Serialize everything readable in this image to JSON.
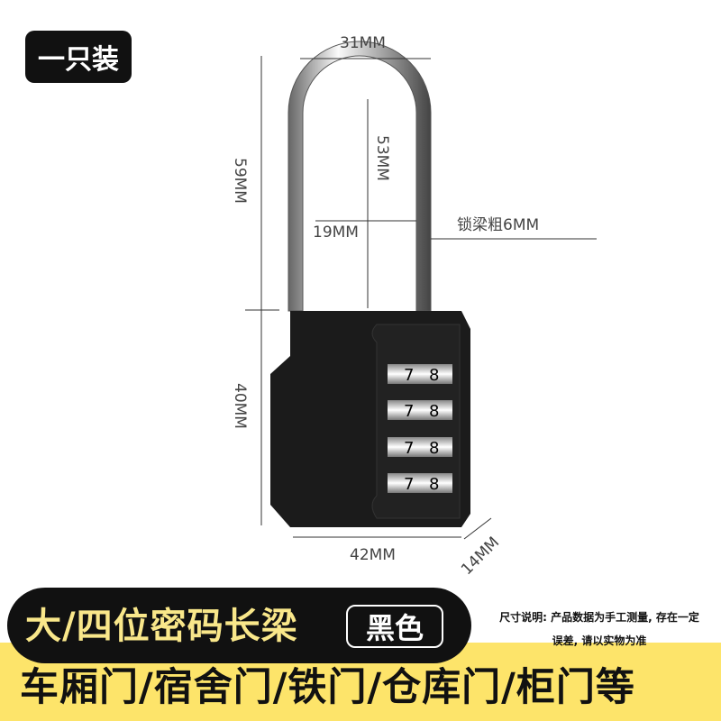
{
  "badge": "一只装",
  "dimensions": {
    "shackle_width": "31MM",
    "total_height": "59MM",
    "shackle_inner_height": "53MM",
    "shackle_inner_width": "19MM",
    "shackle_thickness": "锁梁粗6MM",
    "body_height": "40MM",
    "body_width": "42MM",
    "body_depth": "14MM"
  },
  "dials": [
    {
      "a": "7",
      "b": "8"
    },
    {
      "a": "7",
      "b": "8"
    },
    {
      "a": "7",
      "b": "8"
    },
    {
      "a": "7",
      "b": "8"
    }
  ],
  "banner": {
    "title": "大/四位密码长梁",
    "color": "黑色",
    "note_line1": "尺寸说明: 产品数据为手工测量, 存在一定",
    "note_line2": "误差, 请以实物为准",
    "uses": "车厢门/宿舍门/铁门/仓库门/柜门等"
  },
  "colors": {
    "yellow": "#fde46a",
    "black": "#111111"
  }
}
